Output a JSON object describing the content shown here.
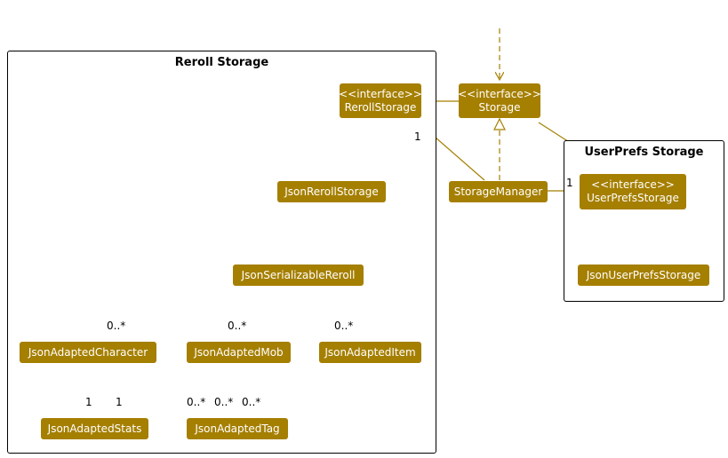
{
  "packages": {
    "reroll_storage": "Reroll Storage",
    "userprefs_storage": "UserPrefs Storage"
  },
  "nodes": {
    "reroll_storage_interface": {
      "stereotype": "<<interface>>",
      "name": "RerollStorage"
    },
    "storage_interface": {
      "stereotype": "<<interface>>",
      "name": "Storage"
    },
    "json_reroll_storage": {
      "name": "JsonRerollStorage"
    },
    "storage_manager": {
      "name": "StorageManager"
    },
    "userprefs_storage_interface": {
      "stereotype": "<<interface>>",
      "name": "UserPrefsStorage"
    },
    "json_userprefs_storage": {
      "name": "JsonUserPrefsStorage"
    },
    "json_serializable_reroll": {
      "name": "JsonSerializableReroll"
    },
    "json_adapted_character": {
      "name": "JsonAdaptedCharacter"
    },
    "json_adapted_mob": {
      "name": "JsonAdaptedMob"
    },
    "json_adapted_item": {
      "name": "JsonAdaptedItem"
    },
    "json_adapted_stats": {
      "name": "JsonAdaptedStats"
    },
    "json_adapted_tag": {
      "name": "JsonAdaptedTag"
    }
  },
  "multiplicities": {
    "manager_to_reroll": "1",
    "manager_to_userprefs": "1",
    "serializable_to_character": "0..*",
    "serializable_to_mob": "0..*",
    "serializable_to_item": "0..*",
    "character_to_stats": "1",
    "mob_to_stats": "1",
    "character_to_tag": "0..*",
    "mob_to_tag": "0..*",
    "item_to_tag": "0..*"
  },
  "colors": {
    "node_fill": "#a57f00",
    "node_text": "#ffffff",
    "edge": "#a57f00",
    "package_border": "#000000"
  }
}
